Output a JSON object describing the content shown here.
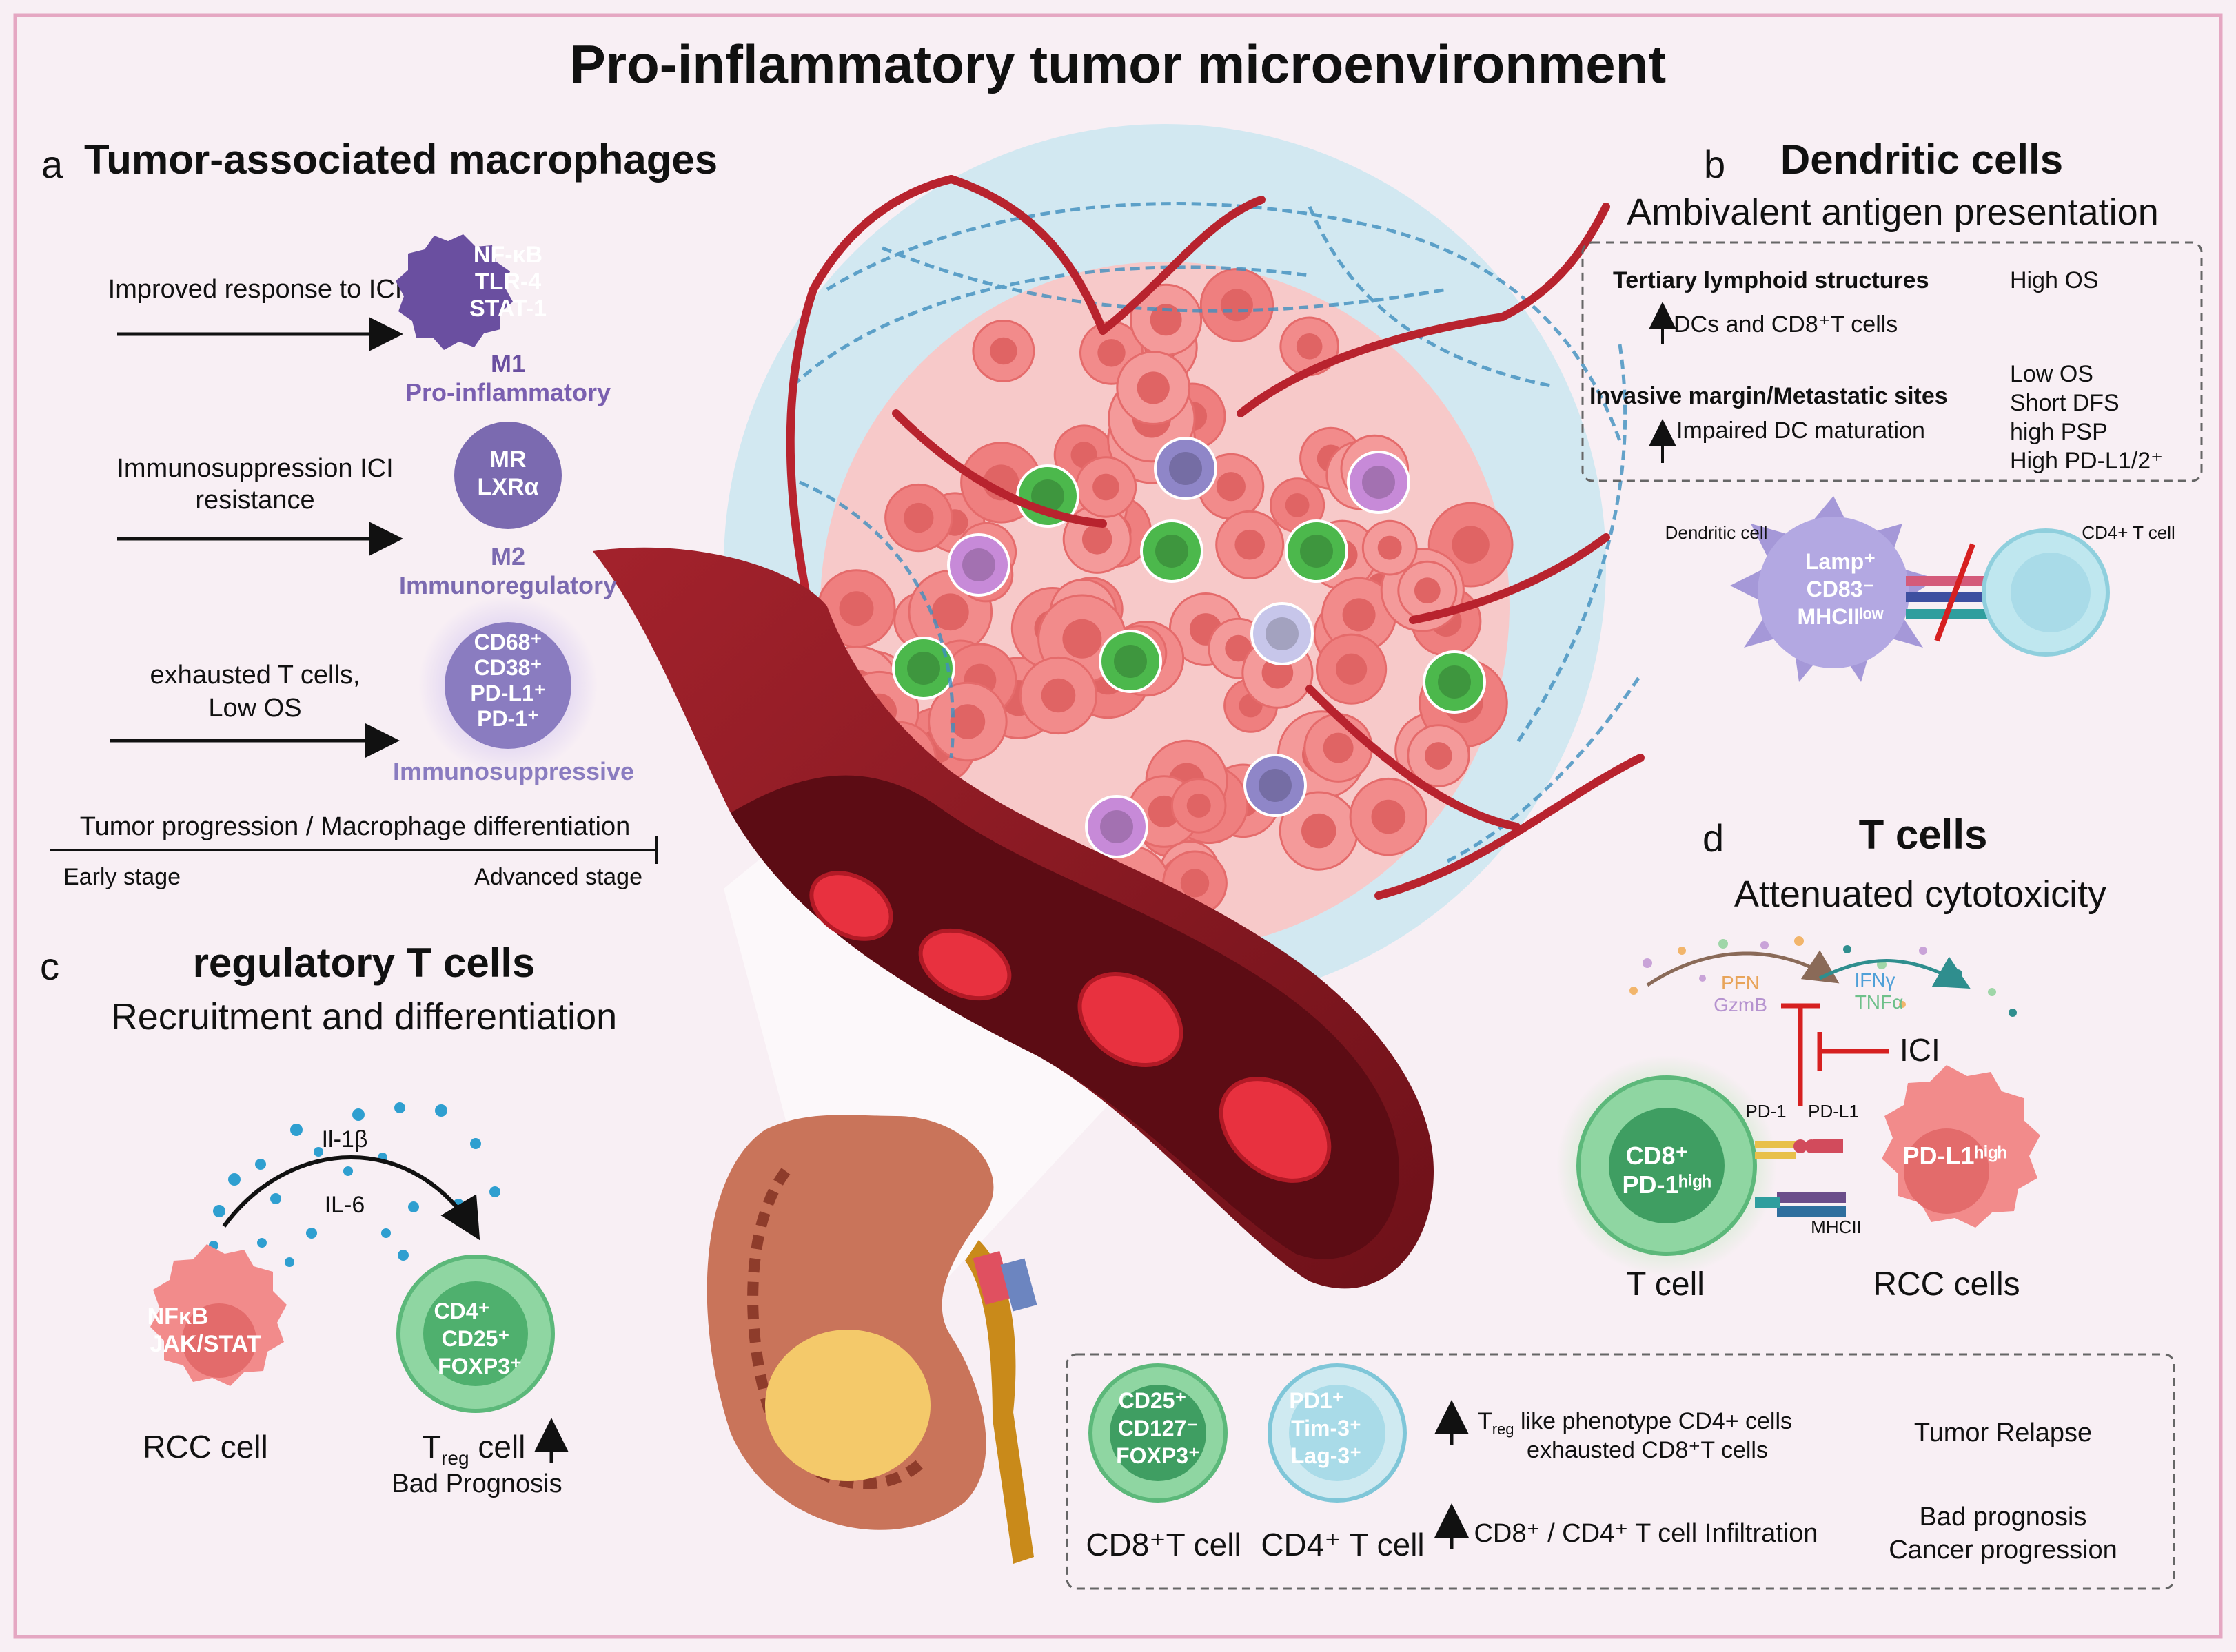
{
  "title": "Pro-inflammatory tumor microenvironment",
  "colors": {
    "background": "#f8eff4",
    "frame": "#e5a7c2",
    "m1": "#6a4fa0",
    "m2": "#7b6ab0",
    "immunosuppressive": "#8a7cc0",
    "vessel": "#8b1a24",
    "tumor_cell": "#f28b8b",
    "green_cell": "#4cb84c",
    "treg": "#5cb87a",
    "cd4_blue": "#a9dbe8",
    "inhibit_red": "#d62020"
  },
  "panel_a": {
    "letter": "a",
    "heading": "Tumor-associated macrophages",
    "rows": [
      {
        "text_lines": [
          "Improved response to ICI"
        ],
        "markers": [
          "NF-κB",
          "TLR-4",
          "STAT-1"
        ],
        "type_lines": [
          "M1",
          "Pro-inflammatory"
        ]
      },
      {
        "text_lines": [
          "Immunosuppression ICI",
          "resistance"
        ],
        "markers": [
          "MR",
          "LXRα"
        ],
        "type_lines": [
          "M2",
          "Immunoregulatory"
        ]
      },
      {
        "text_lines": [
          "exhausted T cells,",
          "Low OS"
        ],
        "markers": [
          "CD68⁺",
          "CD38⁺",
          "PD-L1⁺",
          "PD-1⁺"
        ],
        "type_lines": [
          "Immunosuppressive"
        ]
      }
    ],
    "axis_label": "Tumor progression / Macrophage differentiation",
    "axis_start": "Early stage",
    "axis_end": "Advanced stage"
  },
  "panel_b": {
    "letter": "b",
    "heading": "Dendritic cells",
    "subheading": "Ambivalent antigen presentation",
    "box": {
      "tls_title": "Tertiary lymphoid structures",
      "tls_item": "DCs and  CD8⁺T cells",
      "tls_outcome": "High OS",
      "margin_title": "Invasive margin/Metastatic sites",
      "margin_item": "Impaired DC maturation",
      "margin_outcomes": [
        "Low OS",
        "Short DFS",
        "high PSP",
        "High PD-L1/2⁺"
      ]
    },
    "dc_label": "Dendritic cell",
    "dc_markers": [
      "Lamp⁺",
      "CD83⁻",
      "MHCIIˡᵒʷ"
    ],
    "cd4_label": "CD4+ T cell"
  },
  "panel_c": {
    "letter": "c",
    "heading": "regulatory T cells",
    "subheading": "Recruitment and differentiation",
    "cytokine_1": "Il-1β",
    "cytokine_2": "IL-6",
    "rcc_markers": [
      "NFκB",
      "JAK/STAT"
    ],
    "rcc_label": "RCC cell",
    "treg_markers": [
      "CD4⁺",
      "CD25⁺",
      "FOXP3⁺"
    ],
    "treg_label_main": "T",
    "treg_label_sub": "reg",
    "treg_label_rest": " cell",
    "treg_outcome": "Bad Prognosis"
  },
  "panel_d": {
    "letter": "d",
    "heading": "T cells",
    "subheading": "Attenuated cytotoxicity",
    "granule_1": "PFN",
    "granule_2": "GzmB",
    "cytokine_1": "IFNγ",
    "cytokine_2": "TNFα",
    "ici": "ICI",
    "pd1": "PD-1",
    "pdl1": "PD-L1",
    "mhcii": "MHCII",
    "tcell_markers": [
      "CD8⁺",
      "PD-1ʰⁱᵍʰ"
    ],
    "tcell_label": "T cell",
    "rcc_marker": "PD-L1ʰⁱᵍʰ",
    "rcc_label": "RCC cells"
  },
  "bottom_box": {
    "cd8_markers": [
      "CD25⁺",
      "CD127⁻",
      "FOXP3⁺"
    ],
    "cd8_label": "CD8⁺T cell",
    "cd4_markers": [
      "PD1⁺",
      "Tim-3⁺",
      "Lag-3⁺"
    ],
    "cd4_label": "CD4⁺ T cell",
    "line1_main": "T",
    "line1_sub": "reg",
    "line1_rest": " like phenotype CD4+ cells",
    "line1b": "exhausted CD8⁺T cells",
    "line1_outcome": "Tumor Relapse",
    "line2": "CD8⁺ / CD4⁺ T cell Infiltration",
    "line2_outcomes": [
      "Bad prognosis",
      "Cancer progression"
    ]
  }
}
